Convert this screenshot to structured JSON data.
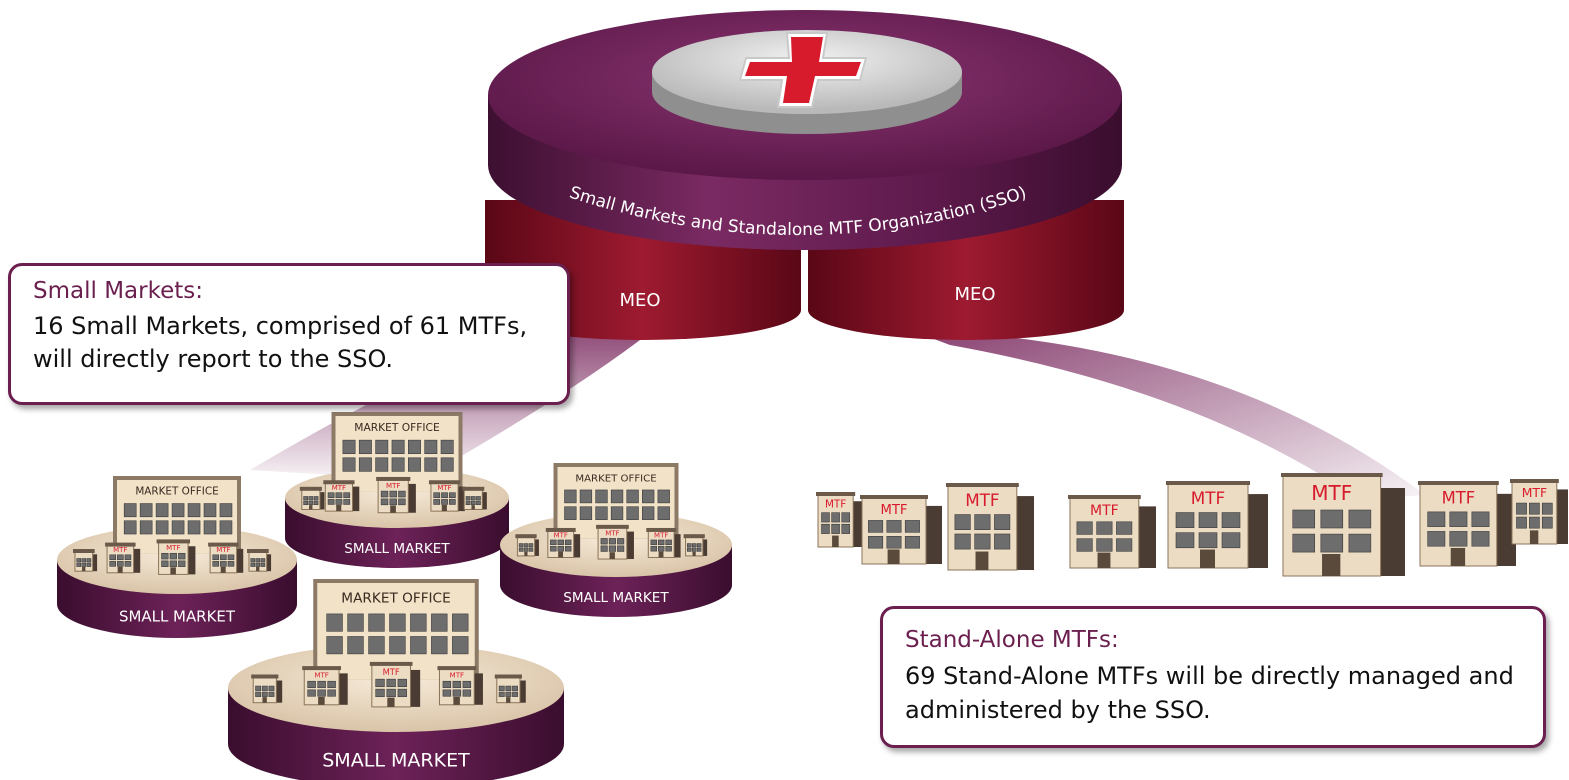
{
  "hub": {
    "arc_label": "Small Markets and Standalone MTF Organization (SSO)",
    "meo_left": "MEO",
    "meo_right": "MEO",
    "icon": "red-cross-icon"
  },
  "small_markets": {
    "title": "Small Markets:",
    "text": "16 Small Markets, comprised of 61 MTFs, will directly report to the SSO.",
    "office_label": "MARKET OFFICE",
    "platform_label": "SMALL MARKET",
    "building_label": "MTF"
  },
  "standalone": {
    "title": "Stand-Alone MTFs:",
    "text": "69 Stand-Alone MTFs will be directly managed and administered by the SSO.",
    "building_label": "MTF"
  },
  "colors": {
    "purple": "#5e1a4c",
    "red": "#8a1228",
    "accent": "#6a1f4e",
    "cross": "#d81b2c"
  }
}
